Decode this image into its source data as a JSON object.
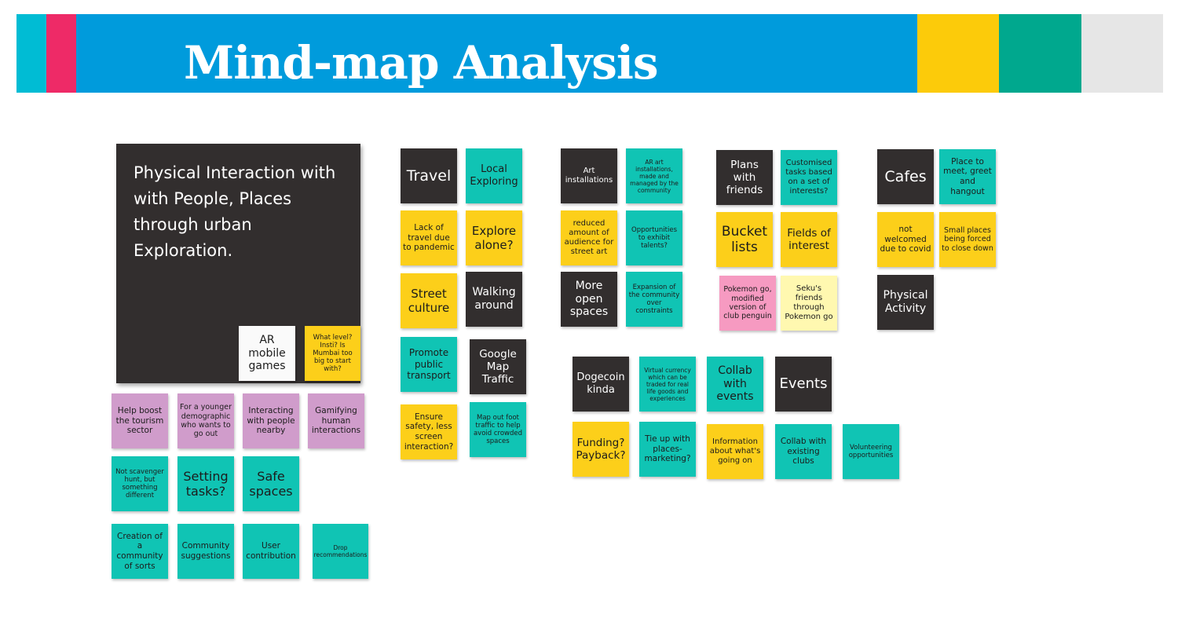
{
  "header": {
    "title": "Mind-map Analysis",
    "colors": [
      "#00bcd4",
      "#ee2a67",
      "#009bdc",
      "#fccb0a",
      "#00a88e",
      "#e6e6e6"
    ]
  },
  "central_topic": "Physical Interaction with with People, Places through urban Exploration.",
  "notes": [
    "AR mobile games",
    "What level? Insti? Is Mumbai too big to start with?",
    "Help boost the tourism sector",
    "For a younger demographic who wants to go out",
    "Interacting with people nearby",
    "Gamifying human interactions",
    "Not scavenger hunt, but something different",
    "Setting tasks?",
    "Safe spaces",
    "Creation of a community of sorts",
    "Community suggestions",
    "User contribution",
    "Drop recommendations",
    "Travel",
    "Local Exploring",
    "Lack of travel due to pandemic",
    "Explore alone?",
    "Street culture",
    "Walking around",
    "Promote public transport",
    "Google Map Traffic",
    "Ensure safety, less screen interaction?",
    "Map out foot traffic to help avoid crowded spaces",
    "Art installations",
    "AR art installations, made and managed by the community",
    "reduced amount of audience for street art",
    "Opportunities to exhibit talents?",
    "More open spaces",
    "Expansion of the community over constraints",
    "Plans with friends",
    "Customised tasks based on a set of interests?",
    "Bucket lists",
    "Fields of interest",
    "Pokemon go, modified version of club penguin",
    "Seku's friends through Pokemon go",
    "Cafes",
    "Place to meet, greet and hangout",
    "not welcomed due to covid",
    "Small places being forced to close down",
    "Physical Activity",
    "Dogecoin kinda",
    "Virtual currency which can be traded for real life goods and experiences",
    "Collab with events",
    "Events",
    "Funding? Payback?",
    "Tie up with places- marketing?",
    "Information about what's going on",
    "Collab with existing clubs",
    "Volunteering opportunities"
  ]
}
